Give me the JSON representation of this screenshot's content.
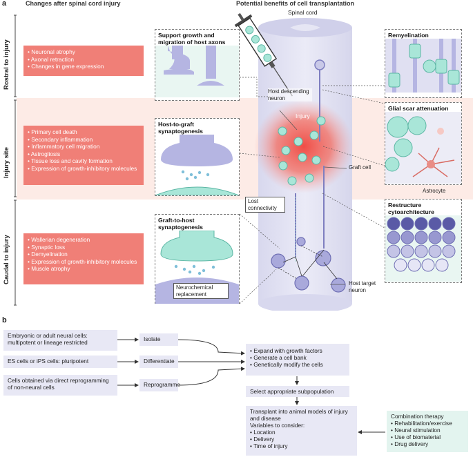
{
  "panel_a": {
    "letter": "a",
    "left_header": "Changes after spinal cord injury",
    "right_header": "Potential benefits of cell transplantation",
    "spinal_cord_label": "Spinal cord",
    "regions": [
      {
        "label": "Rostral to injury",
        "items": [
          "Neuronal atrophy",
          "Axonal retraction",
          "Changes in gene expression"
        ]
      },
      {
        "label": "Injury site",
        "items": [
          "Primary cell death",
          "Secondary inflammation",
          "Inflammatory cell migration",
          "Astrogliosis",
          "Tissue loss and cavity formation",
          "Expression of growth-inhibitory molecules"
        ]
      },
      {
        "label": "Caudal to injury",
        "items": [
          "Wallerian degeneration",
          "Synaptic loss",
          "Demyelination",
          "Expression of growth-inhibitory molecules",
          "Muscle atrophy"
        ]
      }
    ],
    "boxes": {
      "support": "Support growth and migration of host axons",
      "host_to_graft": "Host-to-graft synaptogenesis",
      "graft_to_host": "Graft-to-host synaptogenesis",
      "remyelination": "Remyelination",
      "glial": "Glial scar attenuation",
      "restructure": "Restructure cytoarchitecture"
    },
    "labels": {
      "injury": "Injury",
      "host_descending": "Host descending neuron",
      "graft_cell": "Graft cell",
      "astrocyte": "Astrocyte",
      "lost_connectivity": "Lost connectivity",
      "neurochemical": "Neurochemical replacement",
      "host_target": "Host target neuron"
    }
  },
  "panel_b": {
    "letter": "b",
    "sources": [
      "Embryonic or adult neural cells: multipotent or lineage restricted",
      "ES cells or iPS cells: pluripotent",
      "Cells obtained via direct reprogramming of non-neural cells"
    ],
    "steps": [
      "Isolate",
      "Differentiate",
      "Reprogramme"
    ],
    "expand": [
      "Expand with growth factors",
      "Generate a cell bank",
      "Genetically modify the cells"
    ],
    "select": "Select appropriate subpopulation",
    "transplant_title": "Transplant into animal models of injury and disease",
    "variables_title": "Variables to consider:",
    "variables": [
      "Location",
      "Delivery",
      "Time of injury"
    ],
    "combination_title": "Combination therapy",
    "combination": [
      "Rehabilitation/exercise",
      "Neural stimulation",
      "Use of biomaterial",
      "Drug delivery"
    ]
  }
}
